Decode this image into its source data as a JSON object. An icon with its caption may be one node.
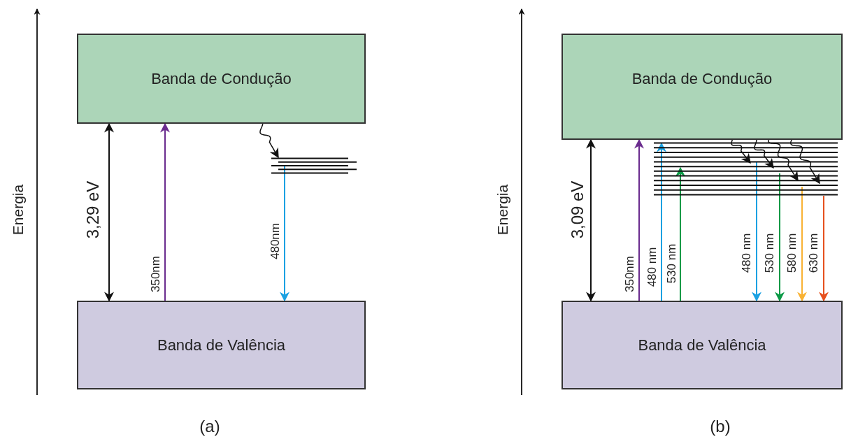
{
  "diagram": {
    "nodes": [
      {
        "text": [
          "Banda de Condução"
        ]
      },
      {
        "text": [
          "Banda de Valência"
        ]
      },
      {
        "text": [],
        "shape": "bar"
      },
      {
        "text": [
          "Banda de Condução"
        ]
      },
      {
        "text": [
          "Banda de Valência"
        ]
      },
      {
        "text": [],
        "shape": "bar"
      }
    ],
    "edges": [
      {
        "from": 1,
        "to": 0,
        "arrow": "to",
        "label": "350nm",
        "color": "#6a2c8e"
      },
      {
        "from": 0,
        "to": 2,
        "arrow": "to"
      },
      {
        "from": 2,
        "to": 1,
        "arrow": "to",
        "label": "480nm",
        "color": "#1ba1e2"
      },
      {
        "from": 4,
        "to": 3,
        "arrow": "to",
        "label": "350nm",
        "color": "#6a2c8e"
      },
      {
        "from": 4,
        "to": 5,
        "arrow": "to",
        "label": "480 nm",
        "color": "#1ba1e2"
      },
      {
        "from": 4,
        "to": 5,
        "arrow": "to",
        "label": "530 nm",
        "color": "#0c9a47"
      },
      {
        "from": 3,
        "to": 5,
        "arrow": "to"
      },
      {
        "from": 3,
        "to": 5,
        "arrow": "to"
      },
      {
        "from": 3,
        "to": 5,
        "arrow": "to"
      },
      {
        "from": 3,
        "to": 5,
        "arrow": "to"
      },
      {
        "from": 5,
        "to": 4,
        "arrow": "to",
        "label": "480 nm",
        "color": "#1ba1e2"
      },
      {
        "from": 5,
        "to": 4,
        "arrow": "to",
        "label": "530 nm",
        "color": "#0c9a47"
      },
      {
        "from": 5,
        "to": 4,
        "arrow": "to",
        "label": "580 nm",
        "color": "#f9b233"
      },
      {
        "from": 5,
        "to": 4,
        "arrow": "to",
        "label": "630 nm",
        "color": "#e6501e"
      },
      {
        "from": 0,
        "to": 1,
        "arrow": "both",
        "label": "3,29 eV"
      },
      {
        "from": 3,
        "to": 4,
        "arrow": "both",
        "label": "3,09 eV"
      }
    ],
    "labels": [
      "Energia",
      "(a)",
      "Energia",
      "(b)"
    ]
  }
}
